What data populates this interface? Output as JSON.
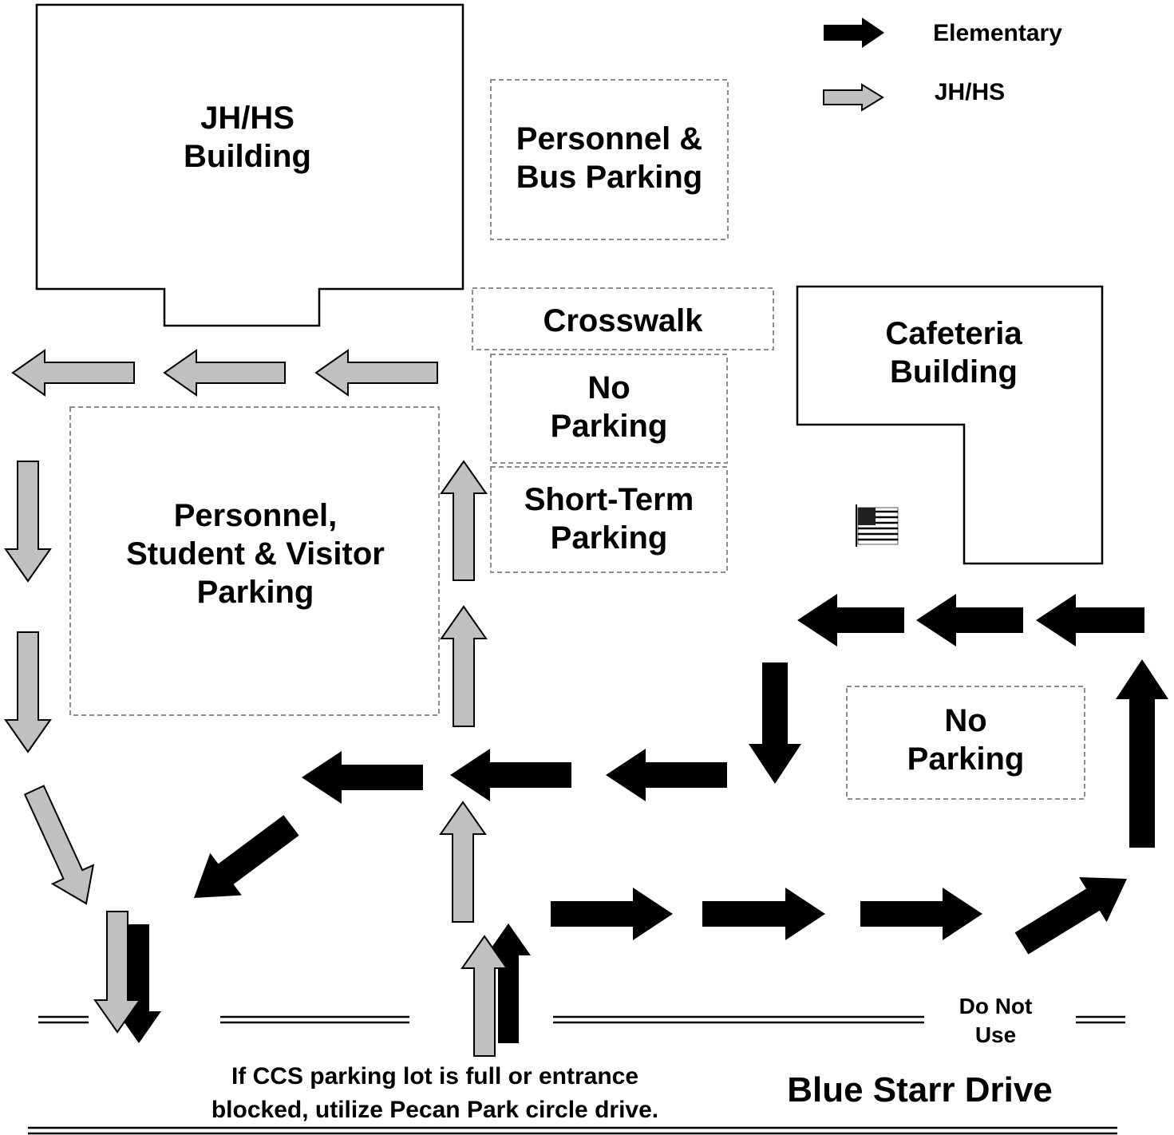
{
  "legend": {
    "elementary": "Elementary",
    "jhhs": "JH/HS"
  },
  "buildings": {
    "jhhs": [
      "JH/HS",
      "Building"
    ],
    "cafeteria": [
      "Cafeteria",
      "Building"
    ]
  },
  "zones": {
    "personnel_bus": [
      "Personnel &",
      "Bus Parking"
    ],
    "crosswalk": "Crosswalk",
    "no_parking_top": [
      "No",
      "Parking"
    ],
    "short_term": [
      "Short-Term",
      "Parking"
    ],
    "main_lot": [
      "Personnel,",
      "Student & Visitor",
      "Parking"
    ],
    "no_parking_right": [
      "No",
      "Parking"
    ]
  },
  "road": {
    "do_not_use": [
      "Do Not",
      "Use"
    ],
    "street_name": "Blue Starr Drive",
    "note": [
      "If CCS parking lot is full or entrance",
      "blocked, utilize Pecan Park circle drive."
    ]
  },
  "colors": {
    "elementary_arrow": "#000000",
    "jhhs_arrow": "#c0c0c0",
    "outline": "#000000",
    "dashed_border": "#8c8c8c"
  },
  "icons": {
    "flag": "us-flag-icon"
  }
}
